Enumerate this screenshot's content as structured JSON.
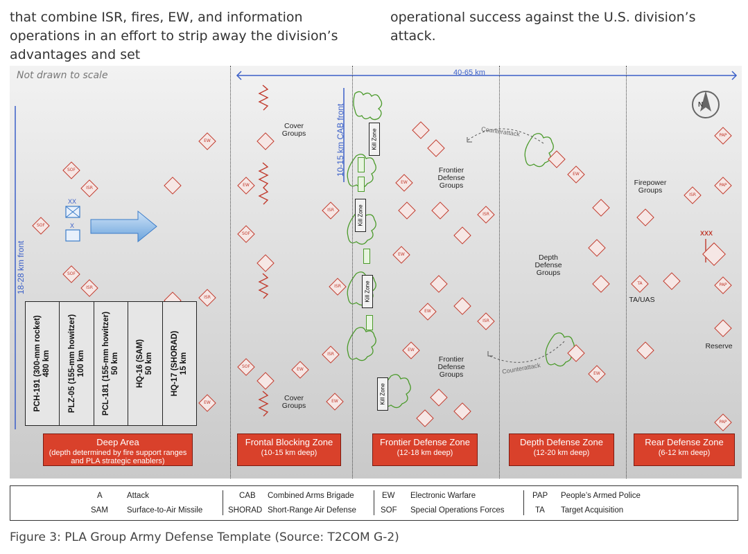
{
  "header": {
    "left_text": "that combine ISR, fires, EW, and information operations in an effort to strip away the division’s advantages and set",
    "right_text": "operational success against the U.S. division’s attack."
  },
  "diagram": {
    "note": "Not drawn to scale",
    "front_label": "18-28 km front",
    "cab_front_label": "10-15 km CAB front",
    "width_label": "40-65 km",
    "kill_zone": "Kill Zone",
    "counterattack": "Counterattack",
    "groups": {
      "cover": "Cover Groups",
      "frontier": "Frontier Defense Groups",
      "depth": "Depth Defense Groups",
      "firepower": "Firepower Groups",
      "reserve": "Reserve",
      "ta_uas": "TA/UAS"
    },
    "symbols": {
      "sof": "SOF",
      "isr": "ISR",
      "ew": "EW",
      "pap": "PAP",
      "ta": "TA",
      "xxx": "XXX",
      "xx": "XX",
      "x": "X",
      "compass": "N"
    },
    "weapons": [
      {
        "name": "PCH-191 (300-mm rocket)",
        "range": "480 km"
      },
      {
        "name": "PLZ-05 (155-mm howitzer)",
        "range": "100 km"
      },
      {
        "name": "PCL-181 (155-mm howitzer)",
        "range": "50 km"
      },
      {
        "name": "HQ-16 (SAM)",
        "range": "50 km"
      },
      {
        "name": "HQ-17 (SHORAD)",
        "range": "15 km"
      }
    ],
    "zones": [
      {
        "title": "Deep Area",
        "subtitle": "(depth determined by fire support ranges and PLA strategic enablers)"
      },
      {
        "title": "Frontal Blocking Zone",
        "subtitle": "(10-15 km deep)"
      },
      {
        "title": "Frontier Defense Zone",
        "subtitle": "(12-18 km deep)"
      },
      {
        "title": "Depth Defense Zone",
        "subtitle": "(12-20 km deep)"
      },
      {
        "title": "Rear Defense Zone",
        "subtitle": "(6-12 km deep)"
      }
    ]
  },
  "legend": [
    {
      "abbr": "A",
      "full": "Attack"
    },
    {
      "abbr": "SAM",
      "full": "Surface-to-Air Missile"
    },
    {
      "abbr": "CAB",
      "full": "Combined Arms Brigade"
    },
    {
      "abbr": "SHORAD",
      "full": "Short-Range Air Defense"
    },
    {
      "abbr": "EW",
      "full": "Electronic Warfare"
    },
    {
      "abbr": "SOF",
      "full": "Special Operations Forces"
    },
    {
      "abbr": "PAP",
      "full": "People’s Armed Police"
    },
    {
      "abbr": "TA",
      "full": "Target Acquisition"
    }
  ],
  "caption": "Figure 3: PLA Group Army Defense Template (Source: T2COM G-2)",
  "colors": {
    "symbol_red": "#c0392b",
    "zone_red": "#d9412b",
    "front_blue": "#3a5fc8",
    "kill_green": "#4a9a2a"
  }
}
